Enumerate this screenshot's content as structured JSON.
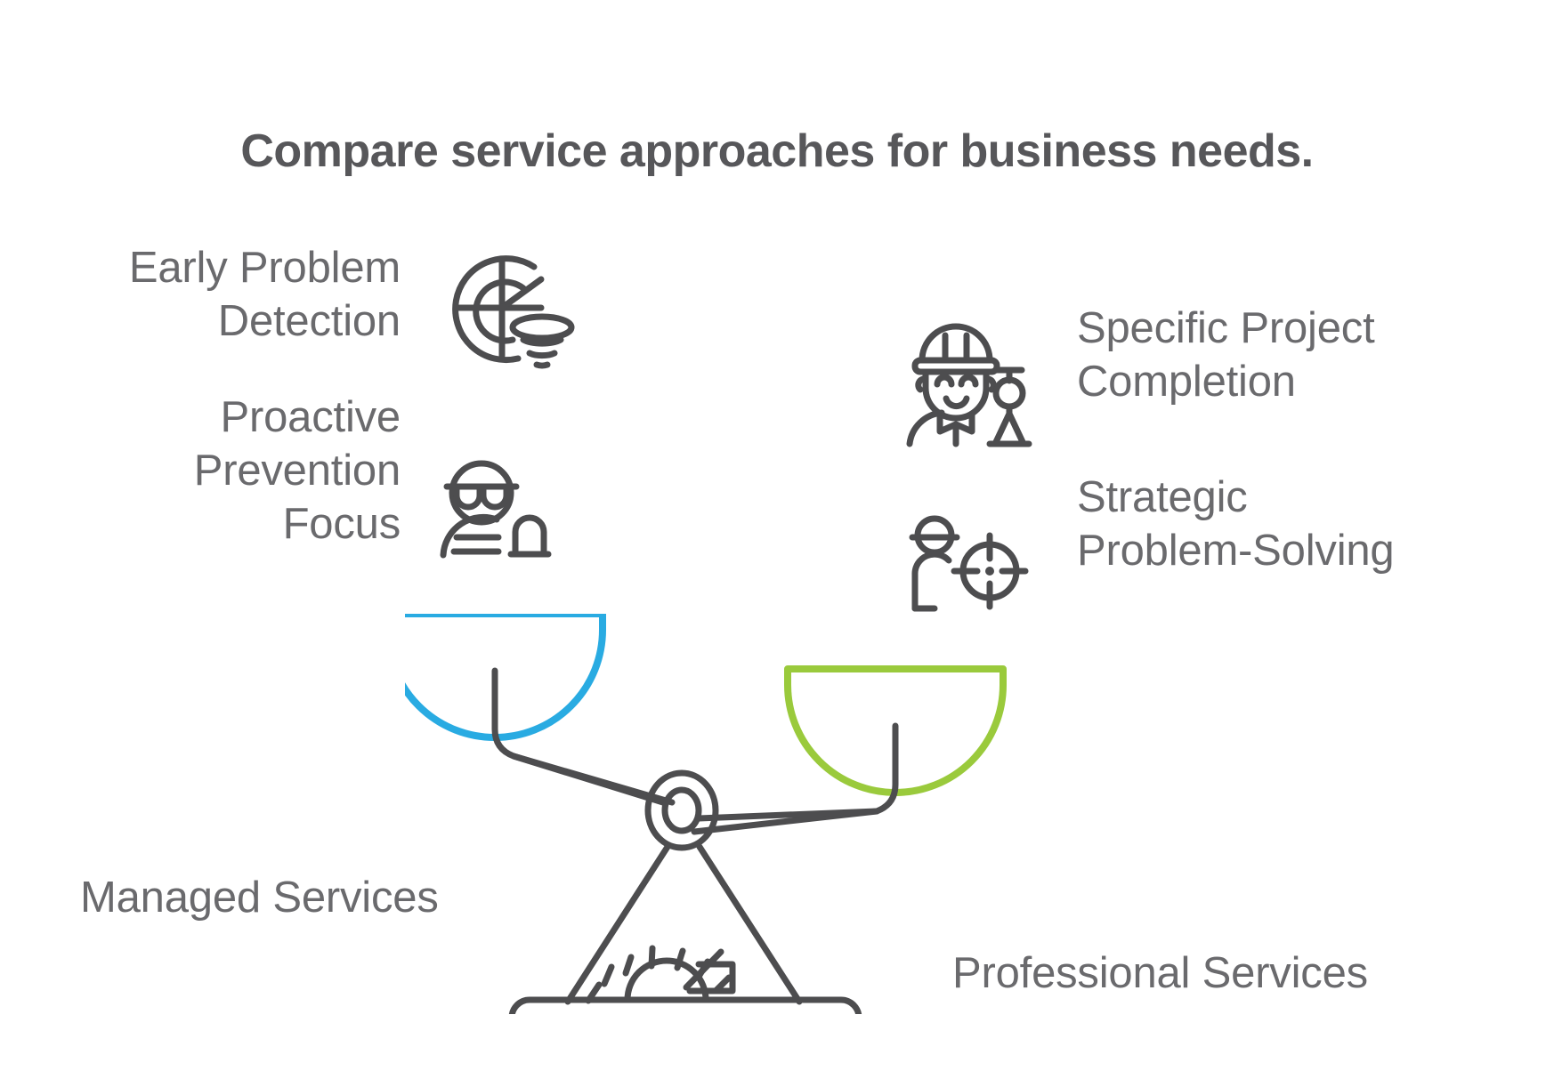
{
  "title": "Compare service approaches for business needs.",
  "colors": {
    "text_dark": "#57575a",
    "text_label": "#6a6a6d",
    "stroke": "#4d4d4f",
    "pan_left": "#29abe2",
    "pan_right": "#9aca3c",
    "background": "#ffffff"
  },
  "left_side": {
    "category": "Managed Services",
    "benefits": [
      {
        "id": "early-problem-detection",
        "lines": [
          "Early Problem",
          "Detection"
        ],
        "icon": "radar-tornado-icon"
      },
      {
        "id": "proactive-prevention-focus",
        "lines": [
          "Proactive",
          "Prevention",
          "Focus"
        ],
        "icon": "watchman-alert-icon"
      }
    ]
  },
  "right_side": {
    "category": "Professional Services",
    "benefits": [
      {
        "id": "specific-project-completion",
        "lines": [
          "Specific Project",
          "Completion"
        ],
        "icon": "engineer-surveyor-icon"
      },
      {
        "id": "strategic-problem-solving",
        "lines": [
          "Strategic",
          "Problem-Solving"
        ],
        "icon": "person-crosshair-icon"
      }
    ]
  },
  "scale": {
    "name": "balance-scale",
    "left_pan_color": "#29abe2",
    "right_pan_color": "#9aca3c",
    "tilt": "right-side-down"
  }
}
